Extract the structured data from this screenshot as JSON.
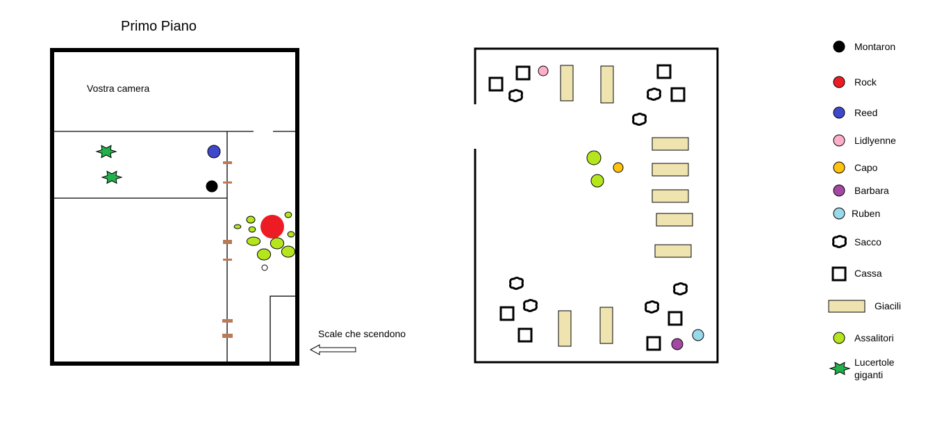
{
  "title": "Primo Piano",
  "room_label": "Vostra camera",
  "stairs_label": "Scale che scendono",
  "legend": [
    {
      "label": "Montaron",
      "symbol": "circle",
      "color": "#000000"
    },
    {
      "label": "Rock",
      "symbol": "circle",
      "color": "#ed1c24"
    },
    {
      "label": "Reed",
      "symbol": "circle",
      "color": "#3f48cc"
    },
    {
      "label": "Lidlyenne",
      "symbol": "circle",
      "color": "#ffaec9"
    },
    {
      "label": "Capo",
      "symbol": "circle",
      "color": "#ffc20e"
    },
    {
      "label": "Barbara",
      "symbol": "circle",
      "color": "#a349a4"
    },
    {
      "label": "Ruben",
      "symbol": "circle",
      "color": "#99d9ea"
    },
    {
      "label": "Sacco",
      "symbol": "sack"
    },
    {
      "label": "Cassa",
      "symbol": "square"
    },
    {
      "label": "Giacili",
      "symbol": "bed",
      "color": "#efe4b0"
    },
    {
      "label": "Assalitori",
      "symbol": "circle",
      "color": "#b5e61d"
    },
    {
      "label": "Lucertole",
      "label2": "giganti",
      "symbol": "star",
      "color": "#22b14c"
    }
  ]
}
